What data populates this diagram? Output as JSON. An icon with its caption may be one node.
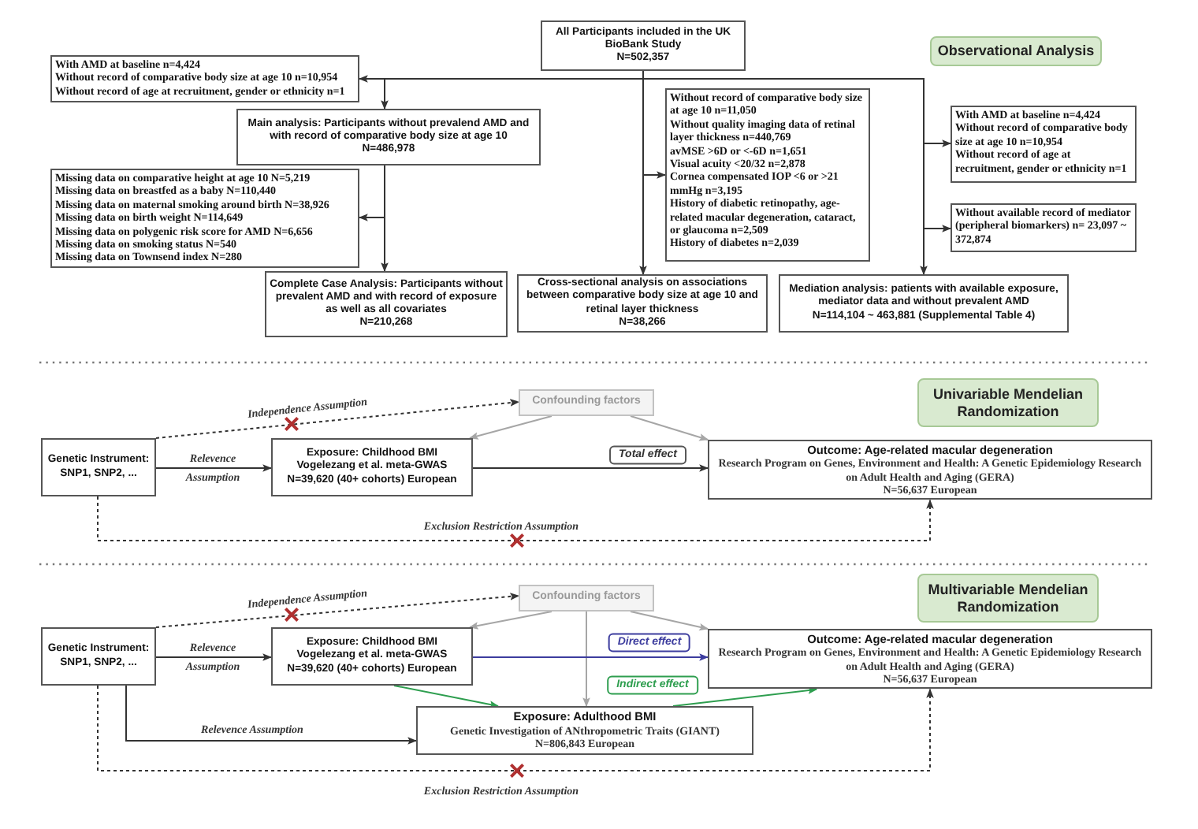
{
  "diagram": {
    "nodes": [
      {
        "text": [
          "All Participants included in the UK BioBank Study",
          "N=502,357"
        ]
      },
      {
        "text": [
          "With AMD at baseline n=4,424",
          "Without record of comparative body size at age 10 n=10,954",
          "Without record of age at recruitment, gender or ethnicity n=1"
        ]
      },
      {
        "text": [
          "Main analysis: Participants without prevalend AMD and with record of comparative body size at age 10",
          "N=486,978"
        ]
      },
      {
        "text": [
          "Missing data on comparative height at age 10 N=5,219",
          "Missing data on breastfed as a baby N=110,440",
          "Missing data on maternal smoking around birth N=38,926",
          "Missing data on birth weight N=114,649",
          "Missing data on polygenic risk score for AMD N=6,656",
          "Missing data on smoking status N=540",
          "Missing data on Townsend index N=280"
        ]
      },
      {
        "text": [
          "Complete Case Analysis: Participants without prevalent AMD and with record of exposure as well as all covariates",
          "N=210,268"
        ]
      },
      {
        "text": [
          "Without record of comparative body size at age 10 n=11,050",
          "Without quality imaging data of retinal layer thickness n=440,769",
          "avMSE >6D or <-6D n=1,651",
          "Visual acuity <20/32 n=2,878",
          "Cornea compensated IOP <6 or >21 mmHg n=3,195",
          "History of diabetic retinopathy, age-related macular degeneration, cataract, or glaucoma n=2,509",
          "History of diabetes n=2,039"
        ]
      },
      {
        "text": [
          "Cross-sectional analysis on associations between comparative body size at age 10 and retinal layer thickness",
          "N=38,266"
        ]
      },
      {
        "text": [
          "With AMD at baseline n=4,424",
          "Without record of comparative body size at age 10 n=10,954",
          "Without record of age at recruitment, gender or ethnicity n=1"
        ]
      },
      {
        "text": [
          "Without available record of mediator (peripheral biomarkers) n= 23,097 ~ 372,874"
        ]
      },
      {
        "text": [
          "Mediation analysis: patients with available exposure, mediator data and without prevalent AMD",
          "N=114,104 ~ 463,881 (Supplemental Table 4)"
        ]
      },
      {
        "text": [
          "Observational Analysis"
        ]
      },
      {
        "text": [
          "Confounding factors"
        ]
      },
      {
        "text": [
          "Genetic Instrument: SNP1, SNP2, ..."
        ]
      },
      {
        "text": [
          "Exposure: Childhood BMI",
          "Vogelezang et al. meta-GWAS",
          "N=39,620 (40+ cohorts) European"
        ]
      },
      {
        "text": [
          "Outcome: Age-related macular degeneration",
          "Research Program on Genes, Environment and Health: A Genetic Epidemiology Research on Adult Health and Aging (GERA)",
          "N=56,637 European"
        ]
      },
      {
        "text": [
          "Univariable Mendelian Randomization"
        ]
      },
      {
        "text": [
          "Confounding factors"
        ]
      },
      {
        "text": [
          "Genetic Instrument: SNP1, SNP2, ..."
        ]
      },
      {
        "text": [
          "Exposure: Childhood BMI",
          "Vogelezang et al. meta-GWAS",
          "N=39,620 (40+ cohorts) European"
        ]
      },
      {
        "text": [
          "Exposure: Adulthood BMI",
          "Genetic Investigation of ANthropometric Traits (GIANT)",
          "N=806,843 European"
        ]
      },
      {
        "text": [
          "Outcome: Age-related macular degeneration",
          "Research Program on Genes, Environment and Health: A Genetic Epidemiology Research on Adult Health and Aging (GERA)",
          "N=56,637 European"
        ]
      },
      {
        "text": [
          "Multivariable Mendelian Randomization"
        ]
      }
    ],
    "edges": [
      {
        "from": 0,
        "to": 1,
        "arrow": "to"
      },
      {
        "from": 0,
        "to": 2,
        "arrow": "to"
      },
      {
        "from": 2,
        "to": 3,
        "arrow": "to"
      },
      {
        "from": 2,
        "to": 4,
        "arrow": "to"
      },
      {
        "from": 0,
        "to": 5,
        "arrow": "to"
      },
      {
        "from": 0,
        "to": 6,
        "arrow": "to"
      },
      {
        "from": 0,
        "to": 7,
        "arrow": "to"
      },
      {
        "from": 0,
        "to": 8,
        "arrow": "to"
      },
      {
        "from": 0,
        "to": 9,
        "arrow": "to"
      },
      {
        "from": 12,
        "to": 11,
        "arrow": "to",
        "label": "Independence Assumption",
        "style": "dashed"
      },
      {
        "from": 11,
        "to": 13,
        "arrow": "to",
        "color": "#a6a6a6"
      },
      {
        "from": 11,
        "to": 14,
        "arrow": "to",
        "color": "#a6a6a6"
      },
      {
        "from": 12,
        "to": 13,
        "arrow": "to",
        "label": "Relevence Assumption"
      },
      {
        "from": 13,
        "to": 14,
        "arrow": "to",
        "label": "Total effect"
      },
      {
        "from": 12,
        "to": 14,
        "arrow": "to",
        "label": "Exclusion Restriction Assumption",
        "style": "dashed"
      },
      {
        "from": 17,
        "to": 16,
        "arrow": "to",
        "label": "Independence Assumption",
        "style": "dashed"
      },
      {
        "from": 16,
        "to": 18,
        "arrow": "to",
        "color": "#a6a6a6"
      },
      {
        "from": 16,
        "to": 20,
        "arrow": "to",
        "color": "#a6a6a6"
      },
      {
        "from": 16,
        "to": 19,
        "arrow": "to",
        "color": "#a6a6a6"
      },
      {
        "from": 17,
        "to": 18,
        "arrow": "to",
        "label": "Relevence Assumption"
      },
      {
        "from": 18,
        "to": 20,
        "arrow": "to",
        "label": "Direct effect",
        "color": "#3c3c9e"
      },
      {
        "from": 18,
        "to": 19,
        "arrow": "to",
        "color": "#2e9e4f"
      },
      {
        "from": 19,
        "to": 20,
        "arrow": "to",
        "label": "Indirect effect",
        "color": "#2e9e4f"
      },
      {
        "from": 17,
        "to": 19,
        "arrow": "to",
        "label": "Relevence Assumption"
      },
      {
        "from": 17,
        "to": 20,
        "arrow": "to",
        "label": "Exclusion Restriction Assumption",
        "style": "dashed"
      }
    ]
  }
}
